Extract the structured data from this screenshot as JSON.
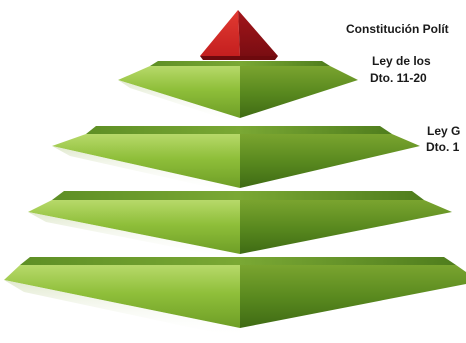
{
  "diagram": {
    "labels": {
      "top": "Constitución Polít",
      "level2_line1": "Ley  de los",
      "level2_line2": "Dto. 11-20",
      "level3_line1": "Ley  G",
      "level3_line2": "Dto. 1"
    },
    "colors": {
      "apex_red": "#b3121a",
      "green_light": "#9bc63f",
      "green_dark": "#3d6e16"
    }
  }
}
